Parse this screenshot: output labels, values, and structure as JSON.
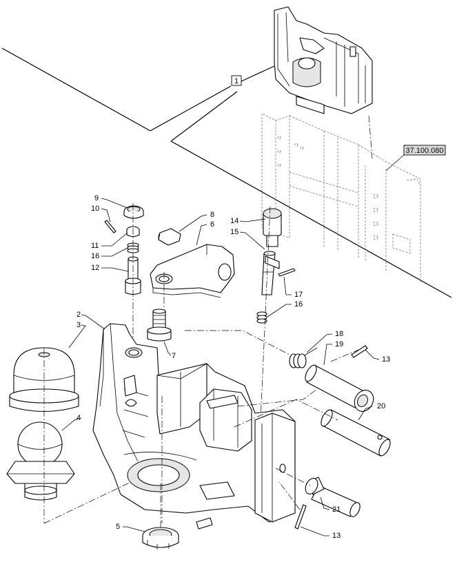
{
  "reference_code": "37.100.080",
  "callouts": {
    "c1": "1",
    "c2": "2",
    "c3": "3",
    "c4": "4",
    "c5": "5",
    "c6": "6",
    "c7": "7",
    "c8": "8",
    "c9": "9",
    "c10": "10",
    "c11": "11",
    "c12": "12",
    "c13a": "13",
    "c13b": "13",
    "c14": "14",
    "c15": "15",
    "c16a": "16",
    "c16b": "16",
    "c17": "17",
    "c18": "18",
    "c19": "19",
    "c20": "20",
    "c21": "21"
  },
  "colors": {
    "line": "#000000",
    "shade": "#e6e6e6",
    "ref_box": "#d9d9d9"
  }
}
